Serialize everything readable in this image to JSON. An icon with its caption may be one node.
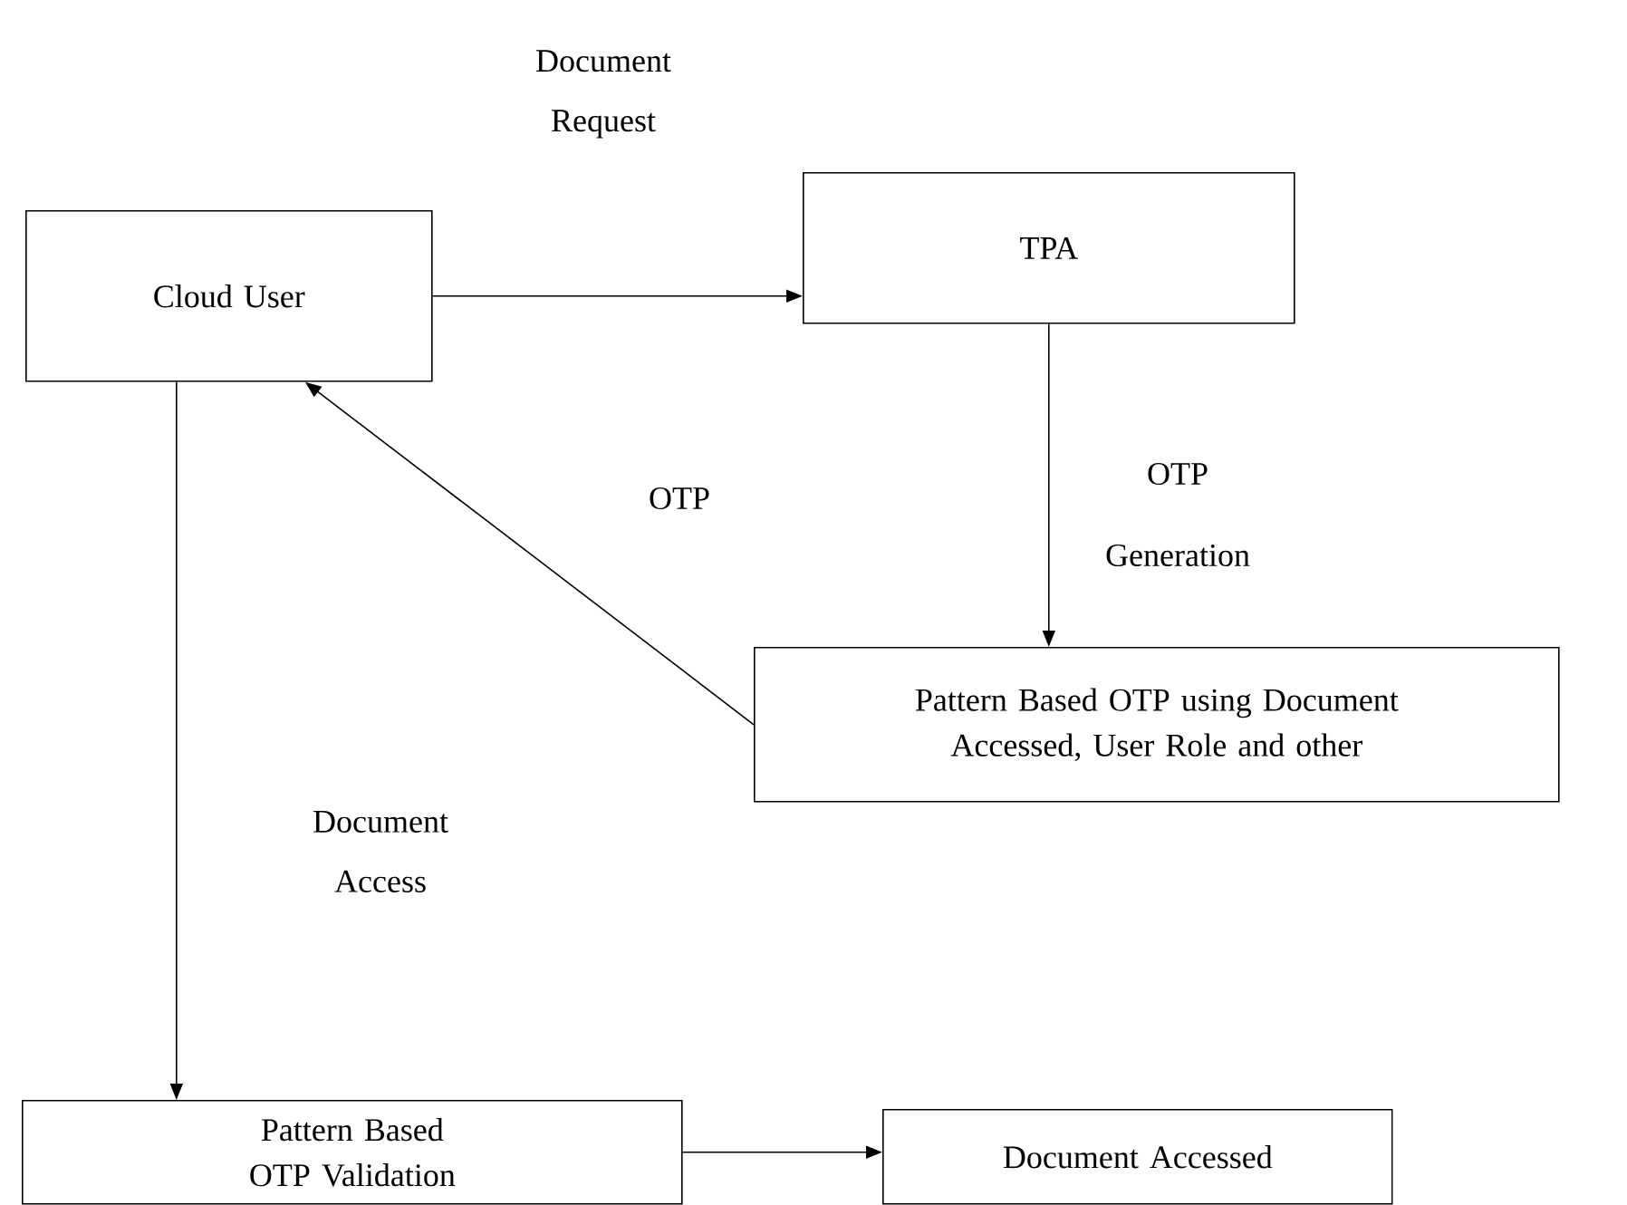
{
  "diagram": {
    "nodes": [
      {
        "text": [
          "Cloud User"
        ]
      },
      {
        "text": [
          "TPA"
        ]
      },
      {
        "text": [
          "Pattern Based OTP using Document Accessed, User Role and other"
        ]
      },
      {
        "text": [
          "Pattern Based OTP Validation"
        ]
      },
      {
        "text": [
          "Document Accessed"
        ]
      }
    ],
    "edges": [
      {
        "from": 0,
        "to": 1,
        "arrow": "to",
        "label": "Document Request"
      },
      {
        "from": 1,
        "to": 2,
        "arrow": "to",
        "label": "OTP Generation"
      },
      {
        "from": 2,
        "to": 0,
        "arrow": "to",
        "label": "OTP"
      },
      {
        "from": 0,
        "to": 3,
        "arrow": "to",
        "label": "Document Access"
      },
      {
        "from": 3,
        "to": 4,
        "arrow": "to"
      }
    ]
  }
}
